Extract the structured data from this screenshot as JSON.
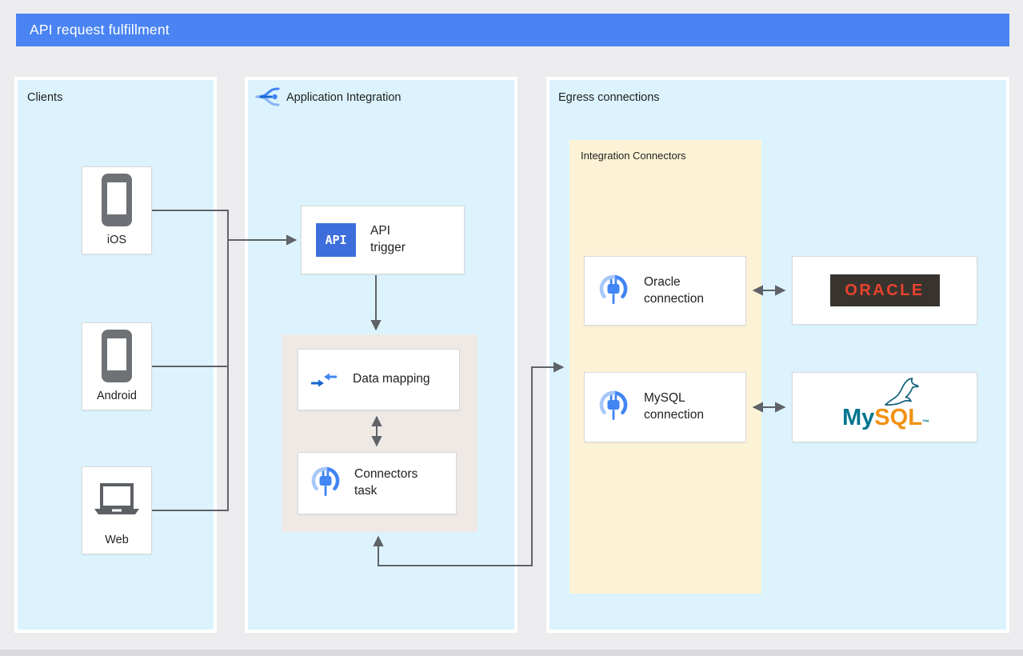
{
  "header": {
    "title": "API request fulfillment"
  },
  "clients": {
    "title": "Clients",
    "devices": [
      {
        "label": "iOS",
        "icon": "smartphone-icon"
      },
      {
        "label": "Android",
        "icon": "smartphone-icon"
      },
      {
        "label": "Web",
        "icon": "laptop-icon"
      }
    ]
  },
  "application_integration": {
    "title": "Application Integration",
    "api_trigger": {
      "icon_text": "API",
      "label": "API trigger"
    },
    "data_mapping": {
      "label": "Data mapping"
    },
    "connectors_task": {
      "label": "Connectors task"
    }
  },
  "egress": {
    "title": "Egress connections",
    "integration_connectors": {
      "title": "Integration Connectors",
      "oracle_connection": {
        "label": "Oracle connection"
      },
      "mysql_connection": {
        "label": "MySQL connection"
      }
    },
    "systems": {
      "oracle": {
        "logo_text": "ORACLE"
      },
      "mysql": {
        "logo_my": "My",
        "logo_sql": "SQL",
        "trademark": "™"
      }
    }
  },
  "colors": {
    "header_blue": "#4a84f3",
    "panel_blue": "#dcf3fd",
    "connectors_yellow": "#fcf3d6",
    "task_gray": "#efe9e6",
    "line_gray": "#5f6368",
    "api_icon_blue": "#3d6edb",
    "google_blue": "#4285f4",
    "oracle_red": "#e9422d",
    "oracle_dark": "#39332e",
    "mysql_teal": "#00758f",
    "mysql_orange": "#f29111"
  }
}
